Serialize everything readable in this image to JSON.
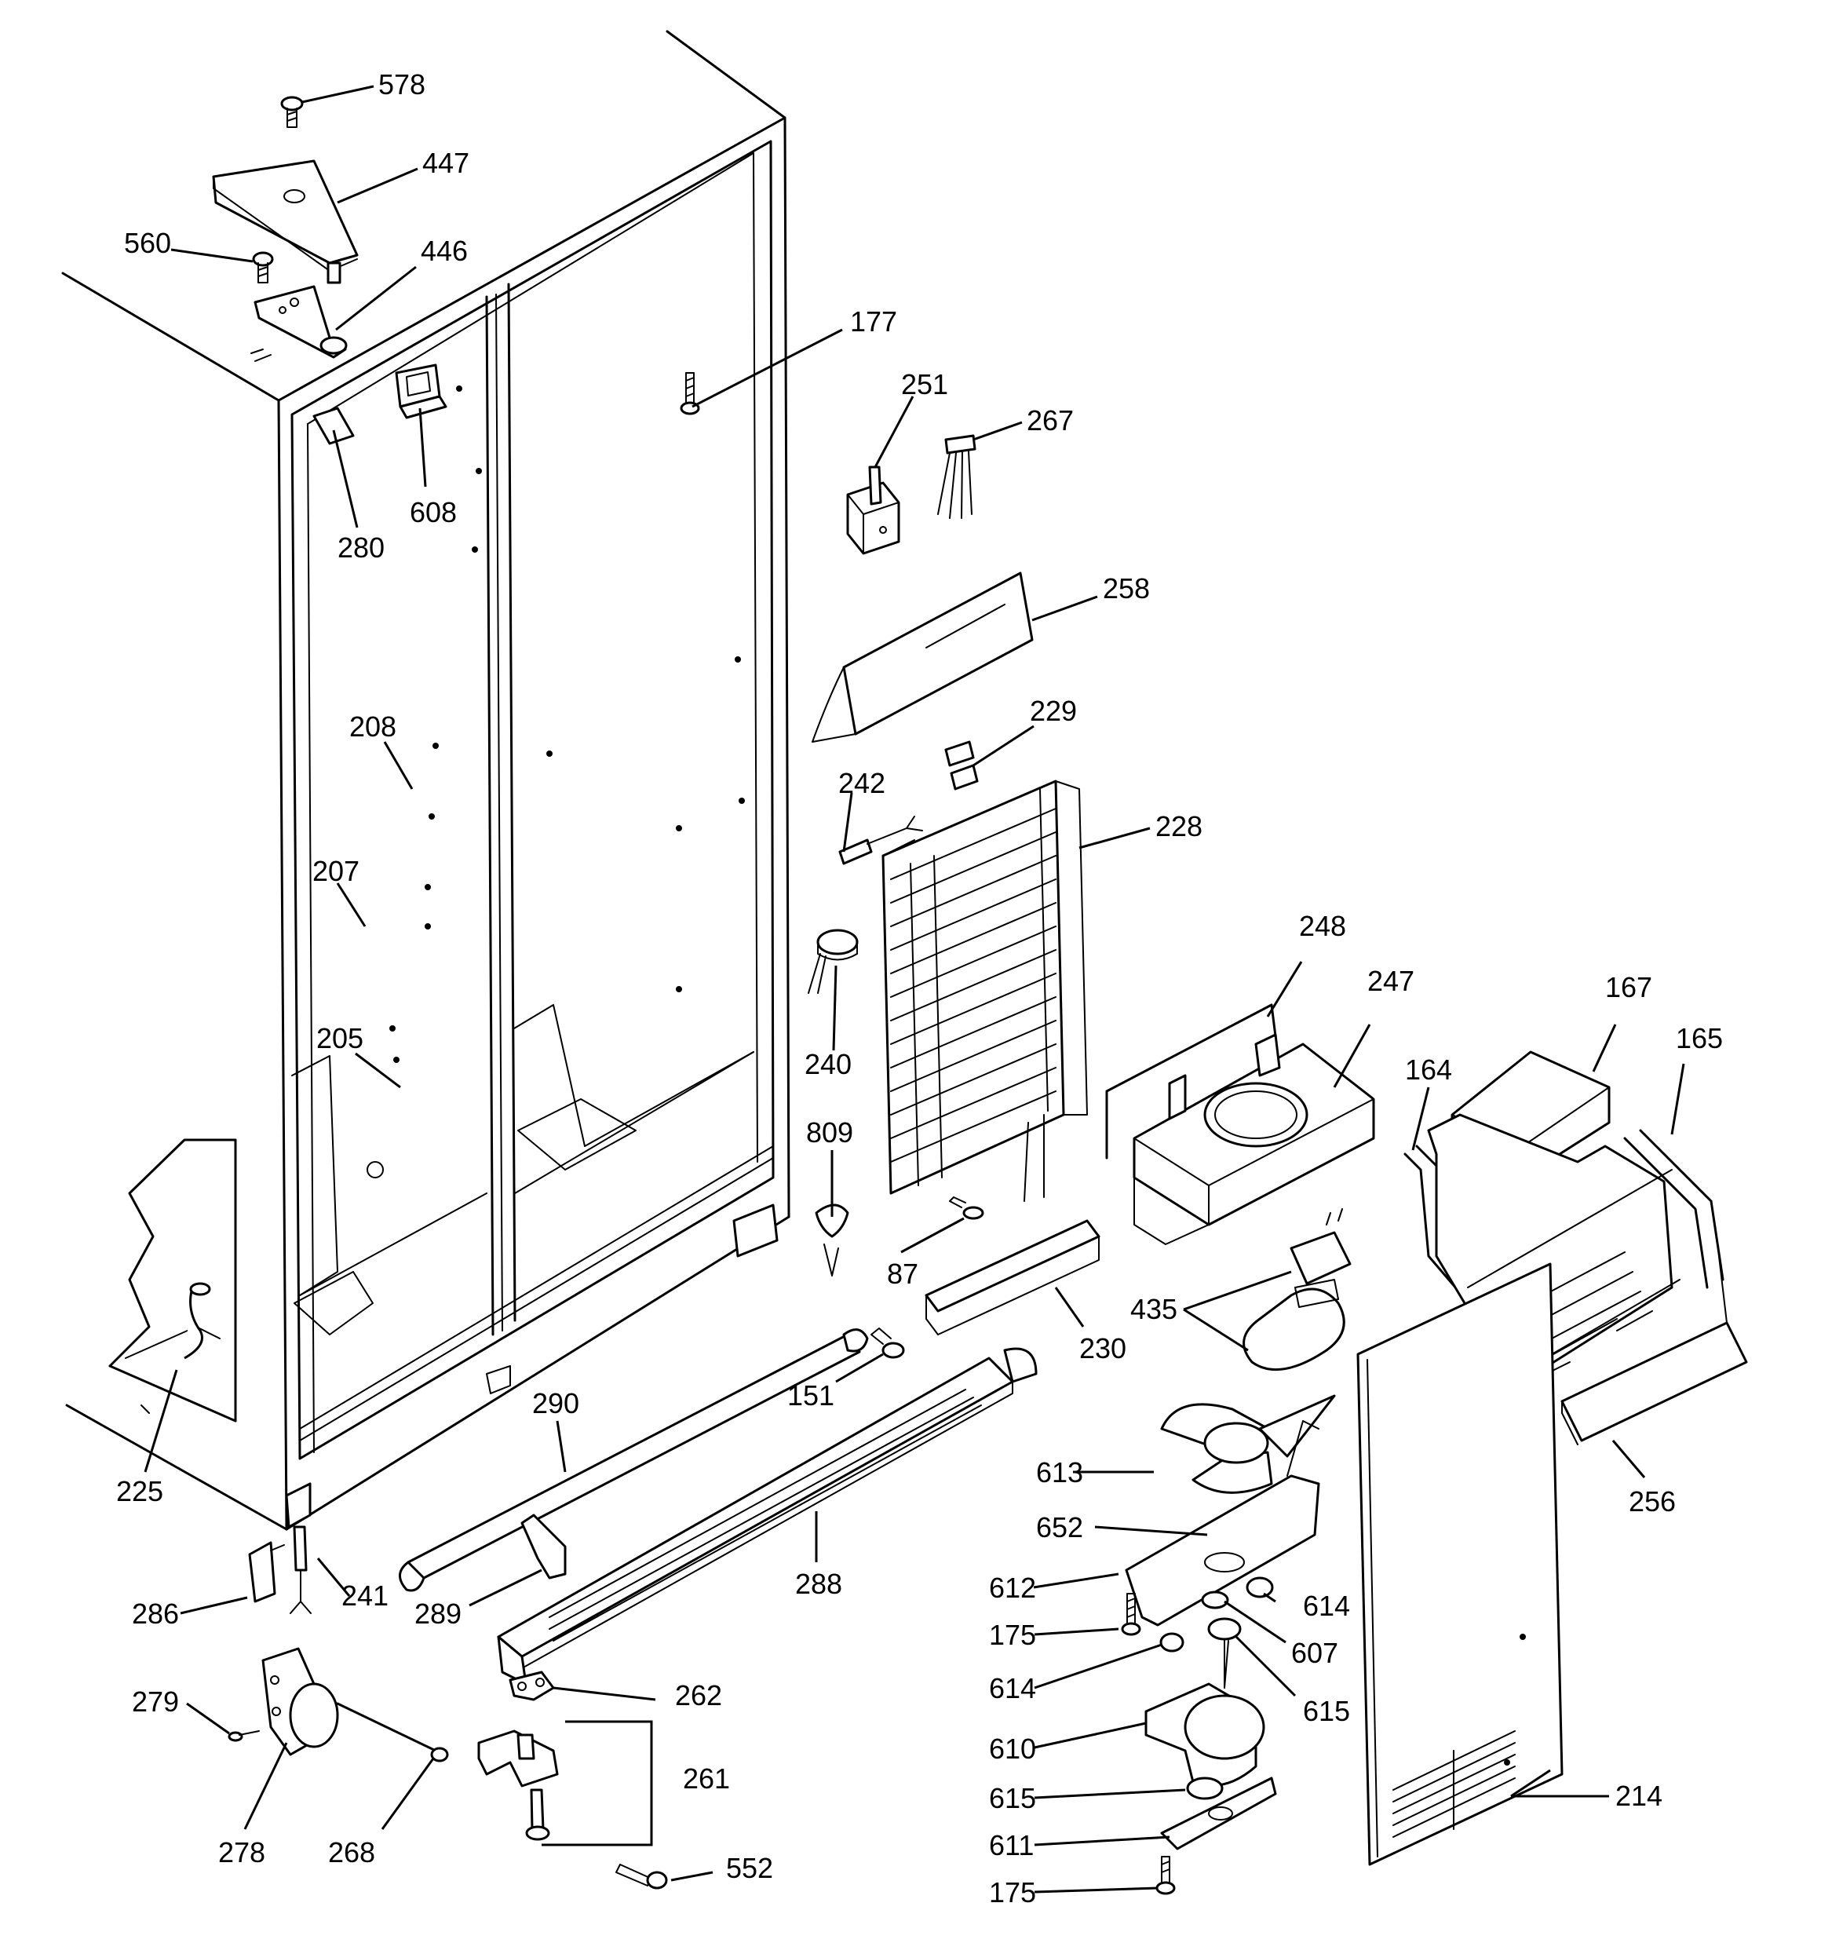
{
  "diagram": {
    "labels": {
      "p578": "578",
      "p447": "447",
      "p560": "560",
      "p446": "446",
      "p177": "177",
      "p251": "251",
      "p267": "267",
      "p280": "280",
      "p608": "608",
      "p258": "258",
      "p229": "229",
      "p208": "208",
      "p242": "242",
      "p228": "228",
      "p207": "207",
      "p248": "248",
      "p247": "247",
      "p240": "240",
      "p167": "167",
      "p165": "165",
      "p205": "205",
      "p164": "164",
      "p809": "809",
      "p87": "87",
      "p435": "435",
      "p230": "230",
      "p151": "151",
      "p290": "290",
      "p225": "225",
      "p613": "613",
      "p256": "256",
      "p652": "652",
      "p288": "288",
      "p241": "241",
      "p286": "286",
      "p289": "289",
      "p612": "612",
      "p614a": "614",
      "p175a": "175",
      "p607": "607",
      "p262": "262",
      "p614b": "614",
      "p615a": "615",
      "p279": "279",
      "p261": "261",
      "p610": "610",
      "p214": "214",
      "p615b": "615",
      "p278": "278",
      "p268": "268",
      "p611": "611",
      "p552": "552",
      "p175b": "175"
    }
  }
}
